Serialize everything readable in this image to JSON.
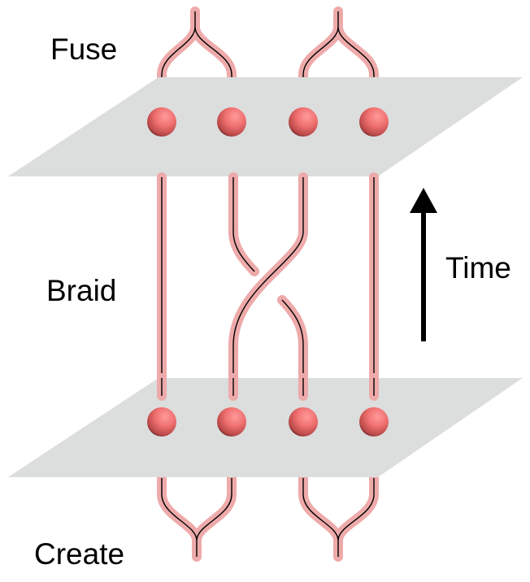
{
  "labels": {
    "fuse": "Fuse",
    "braid": "Braid",
    "create": "Create",
    "time": "Time"
  },
  "colors": {
    "plane": "#dcdddd",
    "strand_halo": "#eeaaaa",
    "strand_core": "#000000",
    "sphere": "#f07070",
    "arrow": "#000000"
  },
  "anyons_per_plane": 4,
  "braid_exchange": {
    "between": [
      2,
      3
    ],
    "description": "anyon 2 crosses over anyon 3"
  },
  "fusion_pairs": [
    [
      1,
      2
    ],
    [
      3,
      4
    ]
  ],
  "creation_pairs": [
    [
      1,
      2
    ],
    [
      3,
      4
    ]
  ]
}
